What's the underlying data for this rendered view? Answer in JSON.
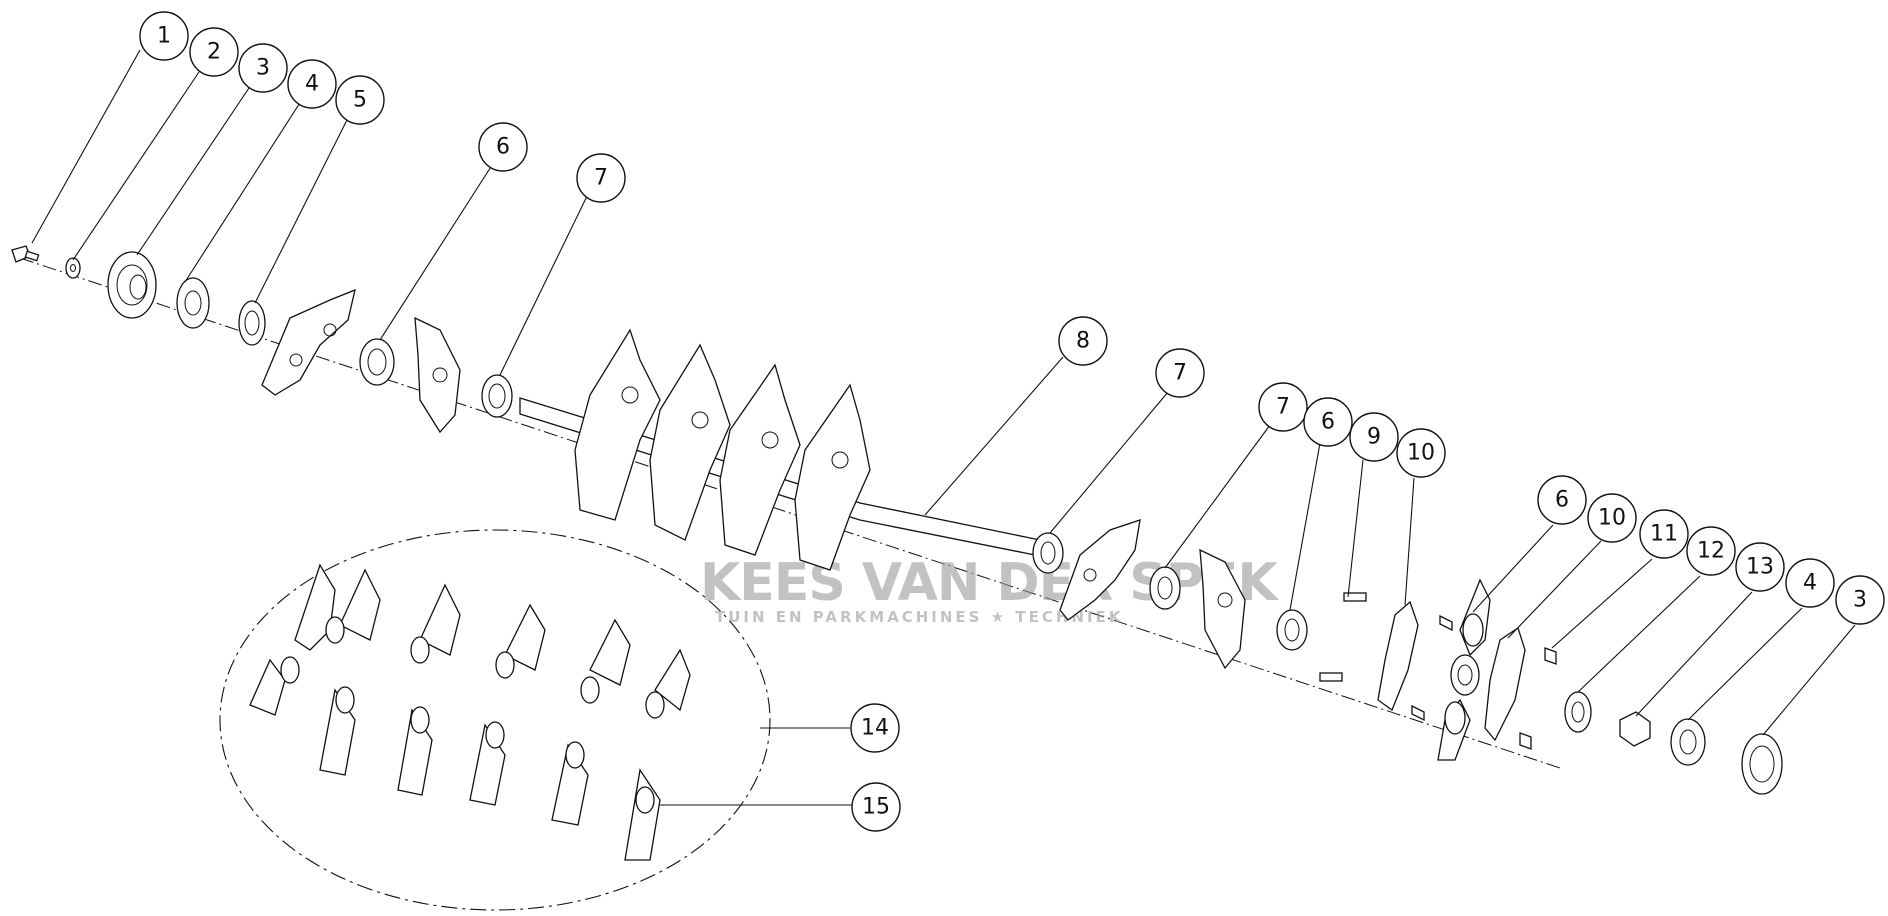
{
  "watermark": {
    "brand": "KEES VAN DER SPEK",
    "tagline": "TUIN EN PARKMACHINES ★ TECHNIEK"
  },
  "callouts": [
    {
      "id": "c1",
      "label": "1"
    },
    {
      "id": "c2",
      "label": "2"
    },
    {
      "id": "c3",
      "label": "3"
    },
    {
      "id": "c4",
      "label": "4"
    },
    {
      "id": "c5",
      "label": "5"
    },
    {
      "id": "c6a",
      "label": "6"
    },
    {
      "id": "c7a",
      "label": "7"
    },
    {
      "id": "c8",
      "label": "8"
    },
    {
      "id": "c7b",
      "label": "7"
    },
    {
      "id": "c7c",
      "label": "7"
    },
    {
      "id": "c6b",
      "label": "6"
    },
    {
      "id": "c9",
      "label": "9"
    },
    {
      "id": "c10a",
      "label": "10"
    },
    {
      "id": "c6c",
      "label": "6"
    },
    {
      "id": "c10b",
      "label": "10"
    },
    {
      "id": "c11",
      "label": "11"
    },
    {
      "id": "c12",
      "label": "12"
    },
    {
      "id": "c13",
      "label": "13"
    },
    {
      "id": "c4b",
      "label": "4"
    },
    {
      "id": "c3b",
      "label": "3"
    },
    {
      "id": "c14",
      "label": "14"
    },
    {
      "id": "c15",
      "label": "15"
    }
  ]
}
